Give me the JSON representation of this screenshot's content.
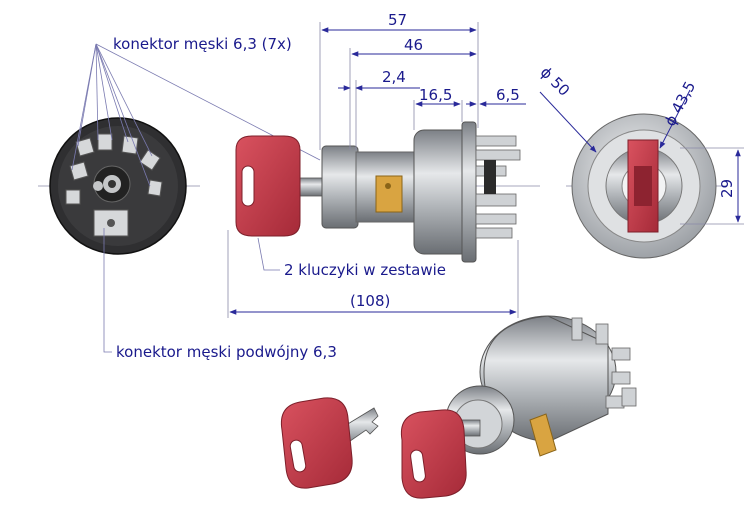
{
  "colors": {
    "dimension": "#1a1a8c",
    "key_red": "#c43a4a",
    "metal": "#b9bcc0",
    "connector_brass": "#d9a441",
    "body_dark": "#2b2b2b"
  },
  "labels": {
    "male_connector": "konektor męski 6,3 (7x)",
    "double_connector": "konektor męski podwójny 6,3",
    "keys_in_set": "2 kluczyki w zestawie"
  },
  "dimensions": {
    "d57": "57",
    "d46": "46",
    "d2_4": "2,4",
    "d16_5": "16,5",
    "d6_5": "6,5",
    "d108": "(108)",
    "dia50": "ϕ 50",
    "dia43_5": "ϕ 43,5",
    "d29": "29"
  }
}
